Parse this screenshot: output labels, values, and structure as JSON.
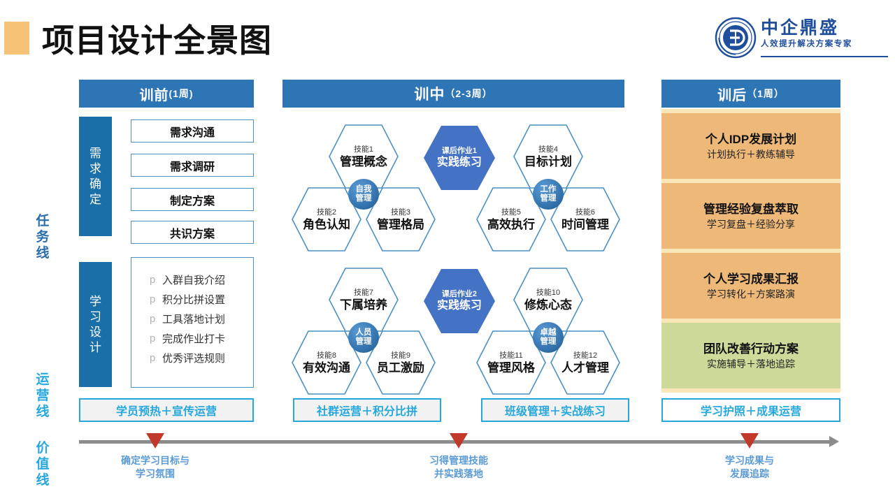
{
  "header": {
    "title": "项目设计全景图",
    "accent_color": "#f5c277"
  },
  "logo": {
    "name": "中企鼎盛",
    "subtitle": "人效提升解决方案专家",
    "mark_letters": "SD",
    "color": "#1f4e9c"
  },
  "side_labels": [
    {
      "name": "task-line",
      "chars": [
        "任",
        "务",
        "线"
      ],
      "color": "#2a6ead"
    },
    {
      "name": "operation-line",
      "chars": [
        "运",
        "营",
        "线"
      ],
      "color": "#27a8dd"
    },
    {
      "name": "value-line",
      "chars": [
        "价",
        "值",
        "线"
      ],
      "color": "#27a8dd"
    }
  ],
  "phases": {
    "pre": {
      "title": "训前",
      "duration": "(1周)"
    },
    "mid": {
      "title": "训中",
      "duration": "（2-3周）"
    },
    "post": {
      "title": "训后",
      "duration": "（1周）"
    }
  },
  "pre_training": {
    "demand_tab": [
      "需",
      "求",
      "确",
      "定"
    ],
    "demand_items": [
      "需求沟通",
      "需求调研",
      "制定方案",
      "共识方案"
    ],
    "learning_tab": [
      "学",
      "习",
      "设",
      "计"
    ],
    "learning_bullet": "p",
    "learning_items": [
      "入群自我介绍",
      "积分比拼设置",
      "工具落地计划",
      "完成作业打卡",
      "优秀评选规则"
    ]
  },
  "clusters": [
    {
      "hub": [
        "自我",
        "管理"
      ],
      "skills": [
        {
          "num": "技能1",
          "name": "管理概念"
        },
        {
          "num": "技能2",
          "name": "角色认知"
        },
        {
          "num": "技能3",
          "name": "管理格局"
        }
      ]
    },
    {
      "hub": [
        "工作",
        "管理"
      ],
      "skills": [
        {
          "num": "技能4",
          "name": "目标计划"
        },
        {
          "num": "技能5",
          "name": "高效执行"
        },
        {
          "num": "技能6",
          "name": "时间管理"
        }
      ]
    },
    {
      "hub": [
        "人员",
        "管理"
      ],
      "skills": [
        {
          "num": "技能7",
          "name": "下属培养"
        },
        {
          "num": "技能8",
          "name": "有效沟通"
        },
        {
          "num": "技能9",
          "name": "员工激励"
        }
      ]
    },
    {
      "hub": [
        "卓越",
        "管理"
      ],
      "skills": [
        {
          "num": "技能10",
          "name": "修炼心态"
        },
        {
          "num": "技能11",
          "name": "管理风格"
        },
        {
          "num": "技能12",
          "name": "人才管理"
        }
      ]
    }
  ],
  "homework": [
    {
      "num": "课后作业1",
      "name": "实践练习"
    },
    {
      "num": "课后作业2",
      "name": "实践练习"
    }
  ],
  "post_training_cards": [
    {
      "title": "个人IDP发展计划",
      "sub": "计划执行＋教练辅导",
      "color": "#eeb978"
    },
    {
      "title": "管理经验复盘萃取",
      "sub": "学习复盘＋经验分享",
      "color": "#eeb978"
    },
    {
      "title": "个人学习成果汇报",
      "sub": "学习转化＋方案路演",
      "color": "#eeb978"
    },
    {
      "title": "团队改善行动方案",
      "sub": "实施辅导＋落地追踪",
      "color": "#cdda9a"
    }
  ],
  "ops_strips": [
    {
      "label": "学员预热＋宣传运营"
    },
    {
      "label": "社群运营＋积分比拼"
    },
    {
      "label": "班级管理＋实战练习"
    },
    {
      "label": "学习护照＋成果运营"
    }
  ],
  "timeline": {
    "marker_color": "#c0392b",
    "line_color": "#8c8c8c",
    "milestones": [
      {
        "lines": [
          "确定学习目标与",
          "学习氛围"
        ]
      },
      {
        "lines": [
          "习得管理技能",
          "并实践落地"
        ]
      },
      {
        "lines": [
          "学习成果与",
          "发展追踪"
        ]
      }
    ]
  }
}
